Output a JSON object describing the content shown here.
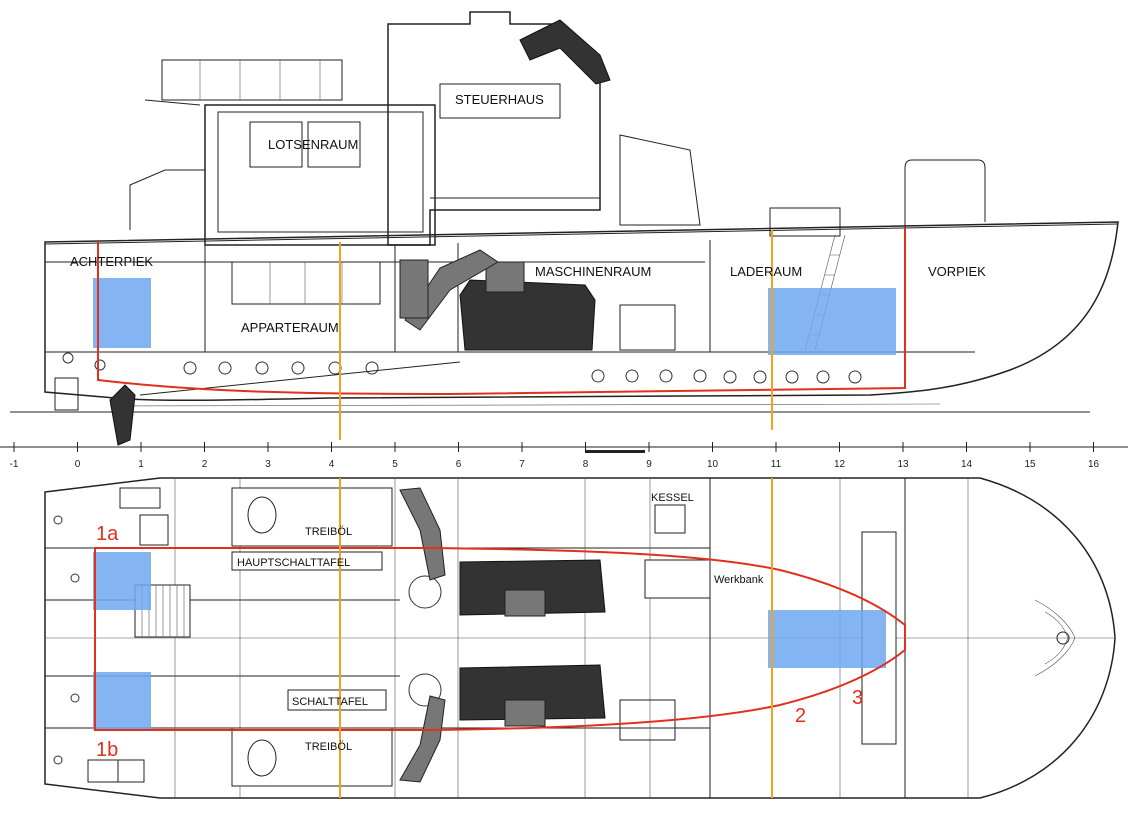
{
  "colors": {
    "outline_red": "#e0301e",
    "frame_orange": "#f2a21b",
    "tank_blue": "#6fa8f0",
    "ink": "#222222"
  },
  "profile_labels": {
    "steuerhaus": "STEUERHAUS",
    "lotsenraum": "LOTSENRAUM",
    "achterpiek": "ACHTERPIEK",
    "apparteraum": "APPARTERAUM",
    "maschinenraum": "MASCHINENRAUM",
    "laderaum": "LADERAUM",
    "vorpiek": "VORPIEK"
  },
  "plan_labels": {
    "kessel": "KESSEL",
    "treiboel_top": "TREIBÖL",
    "hauptschalttafel": "HAUPTSCHALTTAFEL",
    "werkbank": "Werkbank",
    "schalttafel": "SCHALTTAFEL",
    "treiboel_bottom": "TREIBÖL"
  },
  "tank_markers": {
    "m1a": "1a",
    "m1b": "1b",
    "m2": "2",
    "m3": "3"
  },
  "frame_scale": [
    "-1",
    "0",
    "1",
    "2",
    "3",
    "4",
    "5",
    "6",
    "7",
    "8",
    "9",
    "10",
    "11",
    "12",
    "13",
    "14",
    "15",
    "16"
  ]
}
